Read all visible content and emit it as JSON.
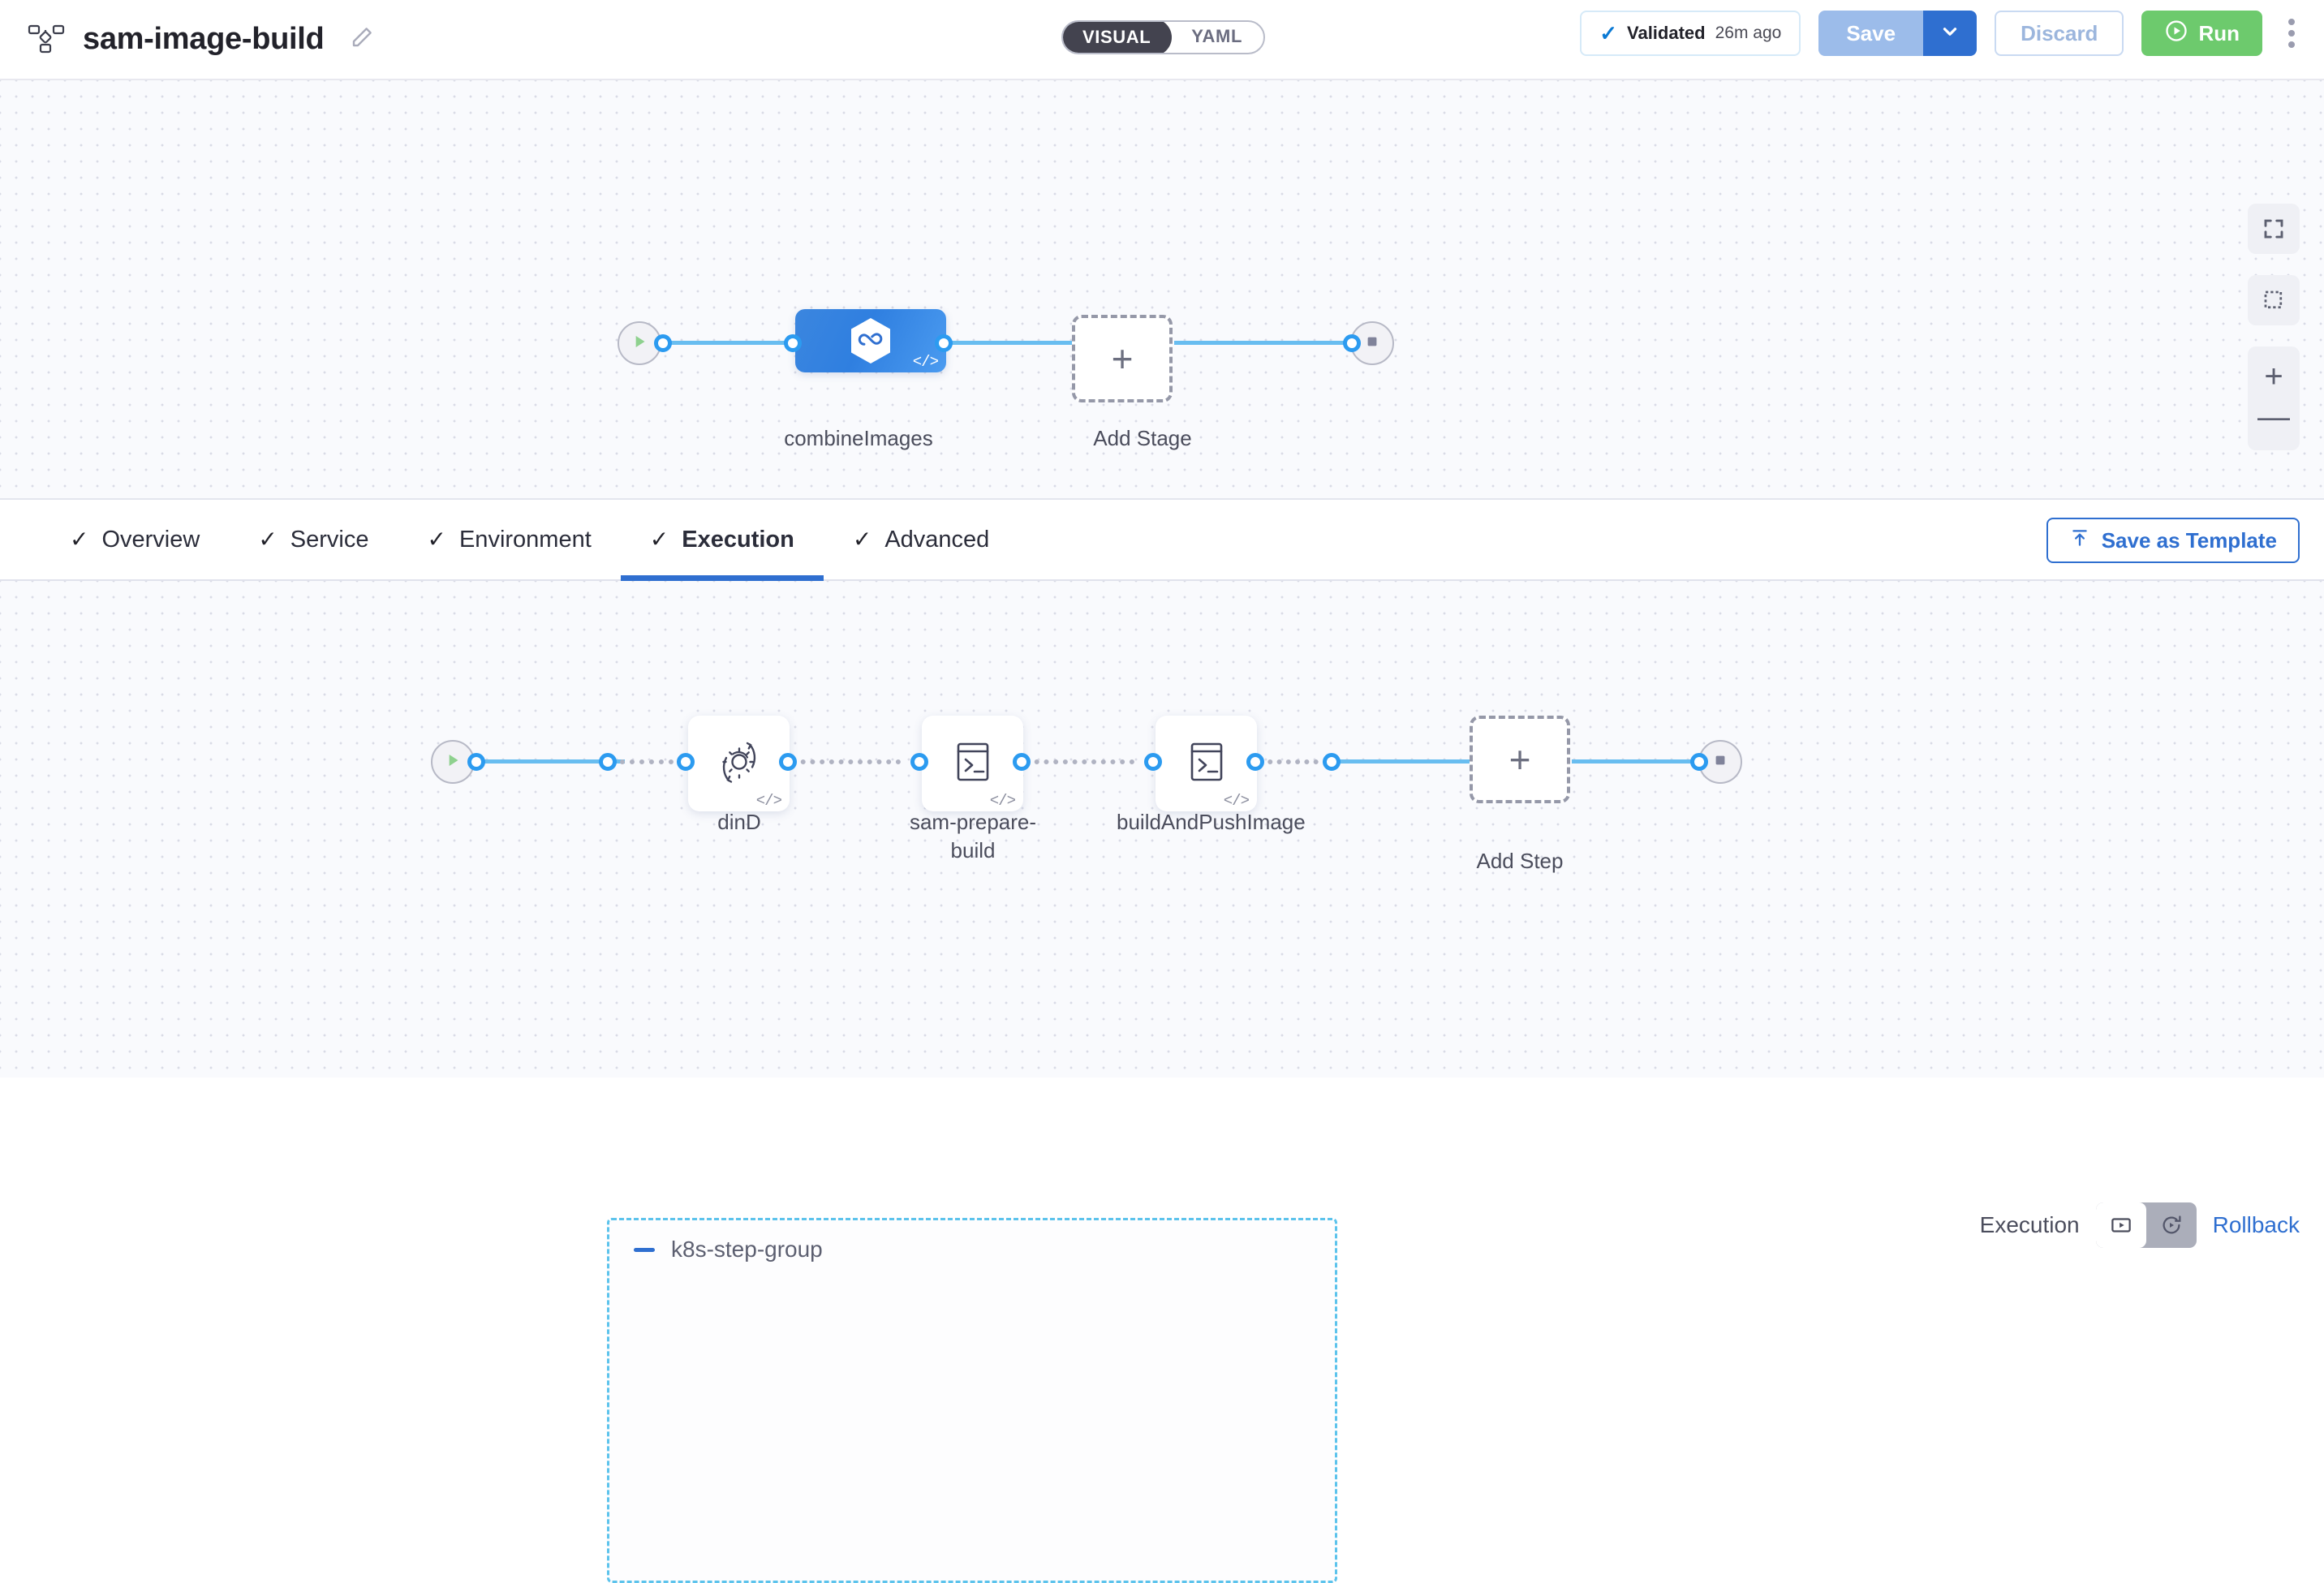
{
  "header": {
    "pipeline_icon": "pipeline-nodes-icon",
    "title": "sam-image-build",
    "edit_icon": "pencil-edit-icon",
    "mode_toggle": {
      "visual": "VISUAL",
      "yaml": "YAML",
      "selected": "VISUAL"
    },
    "validated": {
      "icon": "check-icon",
      "label": "Validated",
      "time": "26m ago"
    },
    "save_label": "Save",
    "save_caret_icon": "chevron-down-icon",
    "discard_label": "Discard",
    "run": {
      "icon": "play-circle-icon",
      "label": "Run"
    },
    "more_icon": "kebab-menu-icon"
  },
  "stage_canvas": {
    "start_icon": "play-icon",
    "end_icon": "stop-icon",
    "nodes": [
      {
        "name": "combineImages",
        "type": "stage",
        "icon": "hexagon-infinity-icon",
        "badge": "</>"
      }
    ],
    "add_stage_label": "Add Stage",
    "zoom_tools": {
      "fit_icon": "fit-screen-icon",
      "select_icon": "marquee-select-icon",
      "zoom_in": "+",
      "zoom_out": "—"
    }
  },
  "tabbar": {
    "tabs": [
      {
        "label": "Overview",
        "icon": "check-icon",
        "active": false
      },
      {
        "label": "Service",
        "icon": "check-icon",
        "active": false
      },
      {
        "label": "Environment",
        "icon": "check-icon",
        "active": false
      },
      {
        "label": "Execution",
        "icon": "check-icon",
        "active": true
      },
      {
        "label": "Advanced",
        "icon": "check-icon",
        "active": false
      }
    ],
    "save_as_template": {
      "icon": "upload-template-icon",
      "label": "Save as Template"
    }
  },
  "step_canvas": {
    "exec_toggle": {
      "label": "Execution",
      "execution_icon": "execution-view-icon",
      "rollback_icon": "rollback-view-icon",
      "rollback_label": "Rollback",
      "selected": "Execution"
    },
    "start_icon": "play-icon",
    "end_icon": "stop-icon",
    "group": {
      "title": "k8s-step-group",
      "collapse_icon": "minus-collapse-icon",
      "steps": [
        {
          "name": "dinD",
          "icon": "gear-rotate-icon",
          "badge": "</>"
        },
        {
          "name": "sam-prepare-build",
          "icon": "terminal-icon",
          "badge": "</>"
        },
        {
          "name": "buildAndPushImage",
          "icon": "terminal-icon",
          "badge": "</>"
        }
      ]
    },
    "add_step_label": "Add Step"
  },
  "colors": {
    "accent_blue": "#2f6fd0",
    "edge_blue": "#68bdf0",
    "run_green": "#6dca6d",
    "group_border": "#5cc3ec",
    "canvas_bg": "#f9fafd"
  }
}
